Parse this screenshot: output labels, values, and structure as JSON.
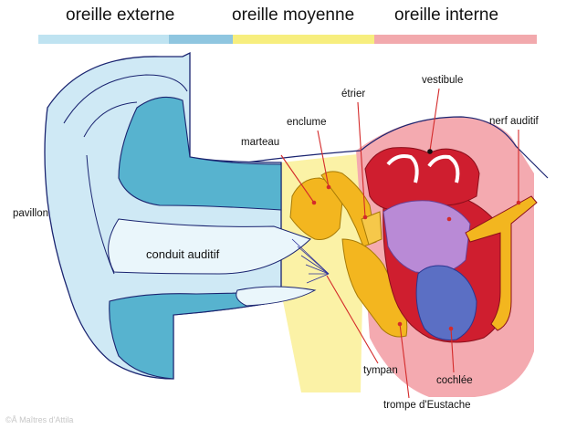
{
  "regions": {
    "outer": {
      "label": "oreille externe",
      "color": "#bfe3f1"
    },
    "middle": {
      "label": "oreille moyenne",
      "color": "#f7ee7e"
    },
    "inner": {
      "label": "oreille interne",
      "color": "#f2a9ad"
    }
  },
  "labels": {
    "pavillon": "pavillon",
    "conduit": "conduit auditif",
    "marteau": "marteau",
    "enclume": "enclume",
    "etrier": "étrier",
    "vestibule": "vestibule",
    "nerf": "nerf auditif",
    "tympan": "tympan",
    "cochlee": "cochlée",
    "trompe": "trompe d'Eustache"
  },
  "credit": "©Å Maîtres d'Attila",
  "colors": {
    "outline": "#1a2470",
    "leader": "#d42a2a",
    "skin_light": "#cfe9f5",
    "skin_teal": "#57b3cf",
    "ossicle": "#f3b61f",
    "inner_bg": "#f4aab0",
    "cochlea_red": "#cf1e2f",
    "vestibule_purple": "#b98ad6",
    "cochlea_blue": "#5b6fc4"
  }
}
